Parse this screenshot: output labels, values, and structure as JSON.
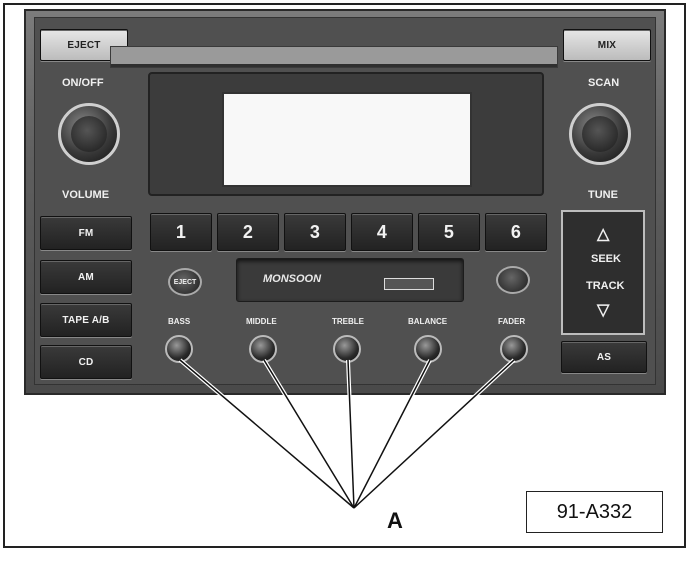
{
  "figure_id": "91-A332",
  "callout_letter": "A",
  "radio": {
    "eject_top": "EJECT",
    "mix": "MIX",
    "on_off": "ON/OFF",
    "volume": "VOLUME",
    "scan": "SCAN",
    "tune": "TUNE",
    "band_buttons": [
      "FM",
      "AM",
      "TAPE A/B",
      "CD"
    ],
    "presets": [
      "1",
      "2",
      "3",
      "4",
      "5",
      "6"
    ],
    "cassette_eject": "EJECT",
    "cassette_logo": "MONSOON",
    "seek_label": "SEEK",
    "track_label": "TRACK",
    "seek_up_symbol": "△",
    "seek_down_symbol": "▽",
    "as": "AS",
    "knob_labels": [
      "BASS",
      "MIDDLE",
      "TREBLE",
      "BALANCE",
      "FADER"
    ]
  },
  "colors": {
    "panel": "#505050",
    "button": "#2a2a2a",
    "line": "#ffffff",
    "ink": "#111111"
  }
}
